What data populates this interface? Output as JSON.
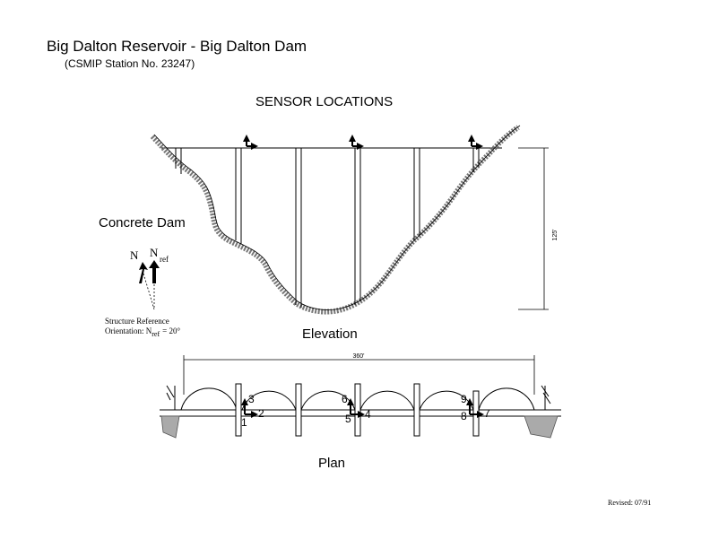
{
  "header": {
    "title": "Big Dalton Reservoir - Big Dalton Dam",
    "subtitle": "(CSMIP Station No. 23247)"
  },
  "diagram": {
    "heading": "SENSOR LOCATIONS",
    "dam_label": "Concrete Dam",
    "elevation_label": "Elevation",
    "plan_label": "Plan",
    "height_dim": "125'",
    "width_dim": "360'",
    "north": {
      "n_label": "N",
      "nref_label": "N",
      "nref_sub": "ref",
      "reference_line1": "Structure Reference",
      "reference_line2_prefix": "Orientation: N",
      "reference_line2_sub": "ref",
      "reference_line2_suffix": "= 20°"
    },
    "sensors": [
      "1",
      "2",
      "3",
      "4",
      "5",
      "6",
      "7",
      "8",
      "9"
    ]
  },
  "footer": {
    "revised": "Revised: 07/91"
  },
  "colors": {
    "ink": "#000000",
    "rock": "#777777"
  }
}
